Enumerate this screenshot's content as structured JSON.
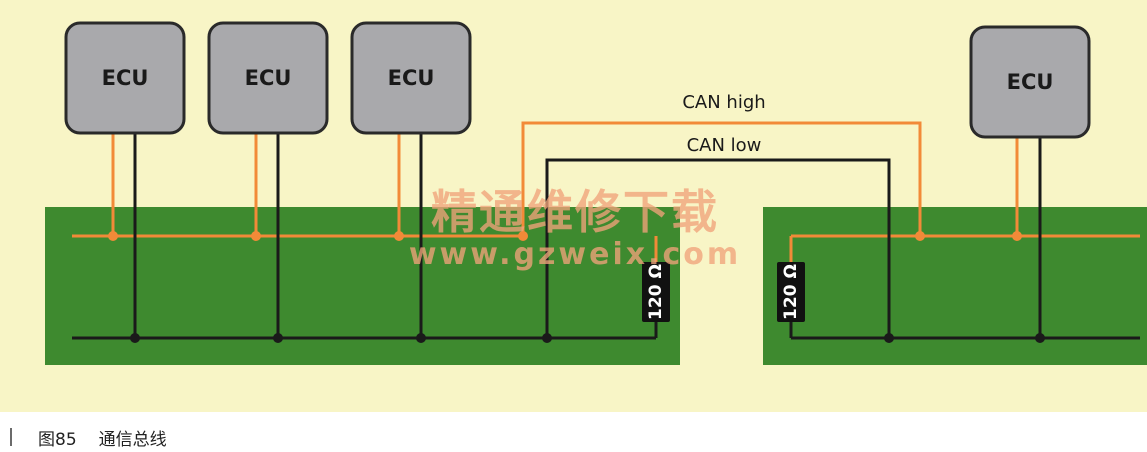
{
  "diagram": {
    "ecu_label": "ECU",
    "can_high_label": "CAN high",
    "can_low_label": "CAN low",
    "resistor_label": "120 Ω",
    "watermark_line1": "精通维修下载",
    "watermark_line2": "www.gzweix.com",
    "colors": {
      "background": "#f8f5c6",
      "board": "#3e8a2f",
      "ecu_fill": "#a9a9ac",
      "can_high": "#f28a38",
      "can_low": "#1a1a1a",
      "watermark": "#f0a37a"
    }
  },
  "caption": {
    "figure_number": "图85",
    "title": "通信总线"
  }
}
